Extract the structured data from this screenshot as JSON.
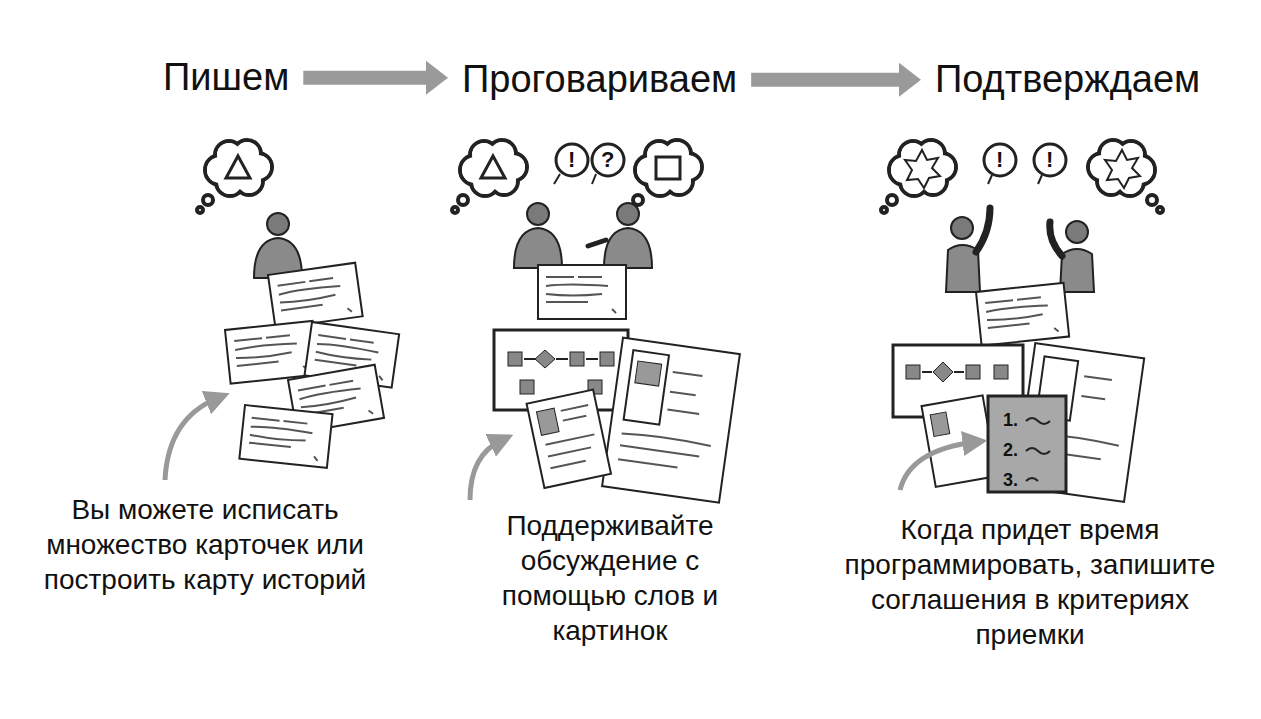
{
  "diagram": {
    "nodes": [
      {
        "text": [
          "Пишем"
        ]
      },
      {
        "text": [
          "Проговариваем"
        ]
      },
      {
        "text": [
          "Подтверждаем"
        ]
      }
    ],
    "edges": [
      {
        "from": 0,
        "to": 1,
        "arrow": "to"
      },
      {
        "from": 1,
        "to": 2,
        "arrow": "to"
      }
    ],
    "labels": [
      "!",
      "?",
      "!",
      "!",
      "1.",
      "2.",
      "3.",
      "Вы можете исписать множество карточек или построить карту историй",
      "Поддерживайте обсуждение с помощью слов и картинок",
      "Когда придет время программировать, запишите соглашения в критериях приемки"
    ]
  }
}
